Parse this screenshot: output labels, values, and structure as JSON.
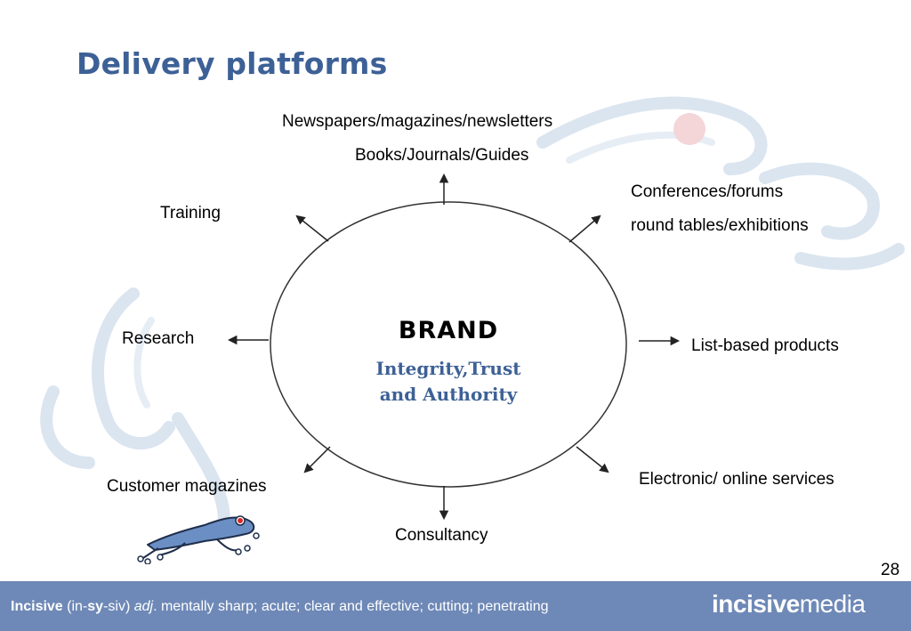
{
  "slide": {
    "title": "Delivery platforms",
    "page_number": "28"
  },
  "center": {
    "brand": "BRAND",
    "line1": "Integrity,Trust",
    "line2": "and Authority"
  },
  "platforms": {
    "top_line1": "Newspapers/magazines/newsletters",
    "top_line2": "Books/Journals/Guides",
    "top_right_line1": "Conferences/forums",
    "top_right_line2": "round tables/exhibitions",
    "top_left": "Training",
    "left": "Research",
    "right": "List-based products",
    "bottom_left": "Customer magazines",
    "bottom_right": "Electronic/ online services",
    "bottom": "Consultancy"
  },
  "footer": {
    "word": "Incisive",
    "pron_open": " (in-",
    "pron_bold": "sy",
    "pron_close": "-siv) ",
    "pos": "adj",
    "definition": ". mentally sharp; acute; clear and effective; cutting; penetrating",
    "logo_bold": "incisive",
    "logo_light": "media"
  },
  "colors": {
    "title": "#3d6196",
    "footer_bg": "#6e89b7",
    "decoration": "#d7e2ee"
  }
}
